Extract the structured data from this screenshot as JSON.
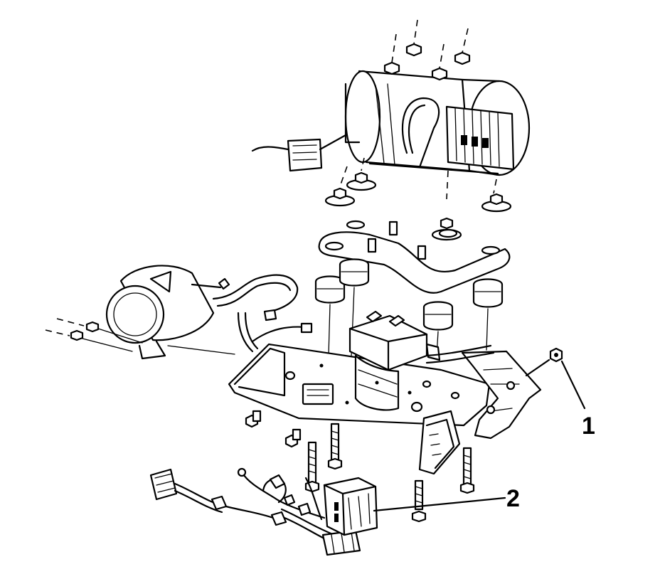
{
  "callouts": [
    {
      "id": "1",
      "label": "1"
    },
    {
      "id": "2",
      "label": "2"
    }
  ],
  "colors": {
    "line": "#000000",
    "background": "#ffffff"
  },
  "stroke_width": 2.2
}
